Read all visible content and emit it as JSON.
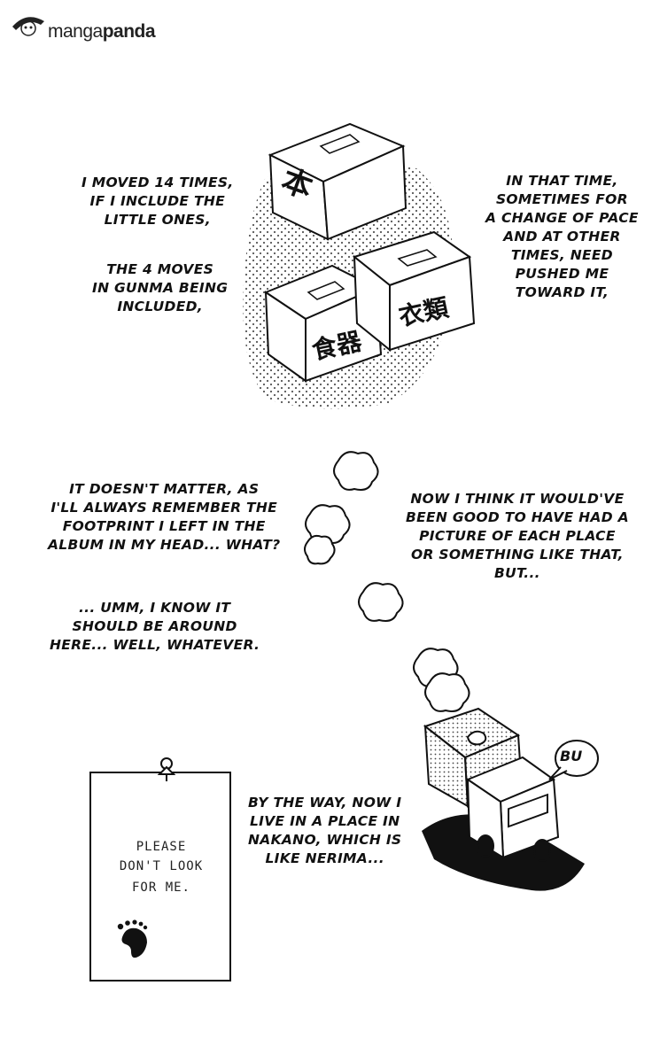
{
  "watermark": {
    "brand_prefix": "manga",
    "brand_suffix": "panda"
  },
  "captions": {
    "moved": [
      "I MOVED 14 TIMES,",
      "IF I INCLUDE THE",
      "LITTLE ONES,"
    ],
    "gunma": [
      "THE 4 MOVES",
      "IN GUNMA BEING",
      "INCLUDED,"
    ],
    "that_time": [
      "IN THAT TIME,",
      "SOMETIMES FOR",
      "A CHANGE OF PACE",
      "AND AT OTHER",
      "TIMES, NEED",
      "PUSHED ME",
      "TOWARD IT,"
    ],
    "doesnt_matter": [
      "IT DOESN'T MATTER, AS",
      "I'LL ALWAYS REMEMBER THE",
      "FOOTPRINT I LEFT IN THE",
      "ALBUM IN MY HEAD... WHAT?"
    ],
    "now_think": [
      "NOW I THINK IT WOULD'VE",
      "BEEN GOOD TO HAVE HAD A",
      "PICTURE OF EACH PLACE",
      "OR SOMETHING LIKE THAT,",
      "BUT..."
    ],
    "umm": [
      "... UMM, I KNOW IT",
      "SHOULD BE AROUND",
      "HERE... WELL, WHATEVER."
    ],
    "by_the_way": [
      "BY THE WAY, NOW I",
      "LIVE IN A PLACE IN",
      "NAKANO, WHICH IS",
      "LIKE NERIMA..."
    ]
  },
  "boxes": {
    "books": "本",
    "dishes": "食器",
    "clothes": "衣類"
  },
  "note": {
    "lines": [
      "PLEASE",
      "DON'T LOOK",
      "FOR ME."
    ]
  },
  "truck_sound": "BU"
}
